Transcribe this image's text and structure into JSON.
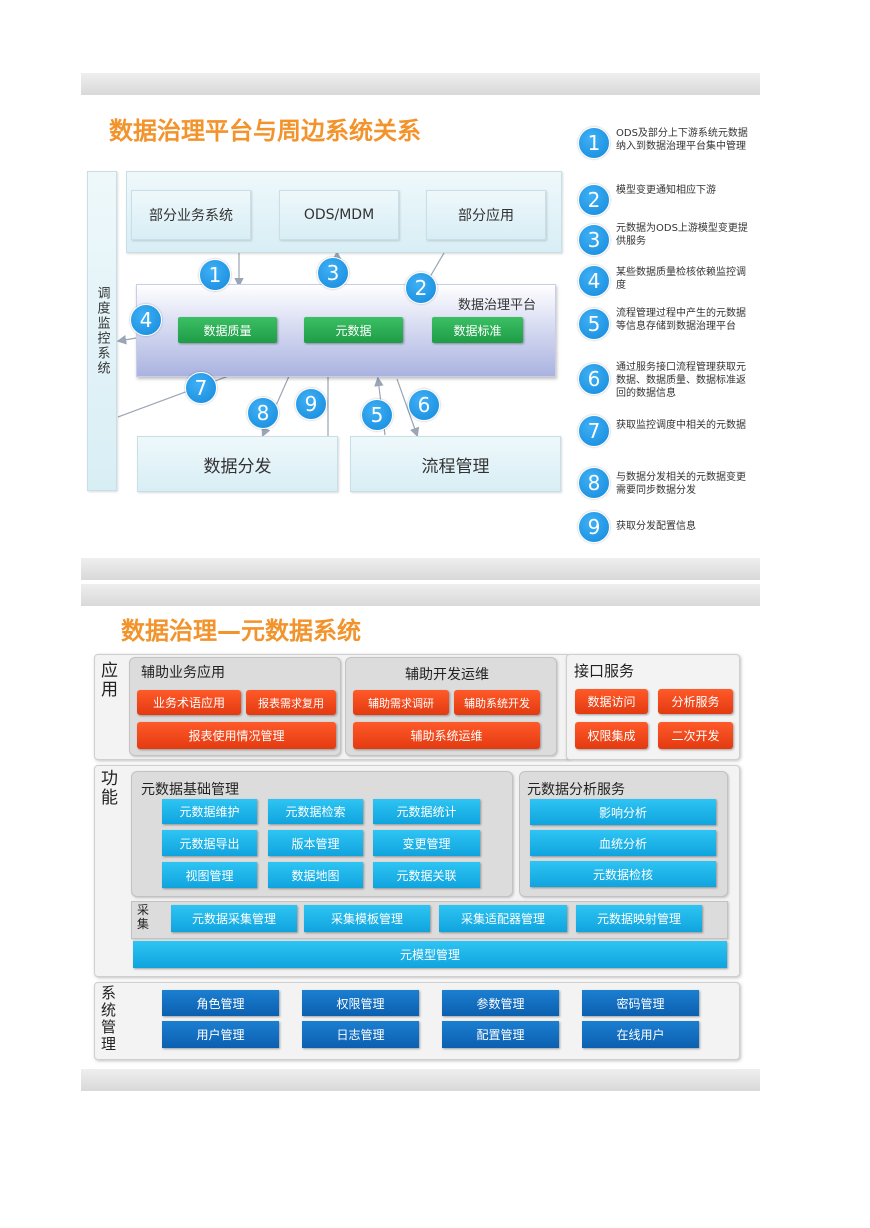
{
  "slide1": {
    "title": "数据治理平台与周边系统关系",
    "top_boxes": [
      "部分业务系统",
      "ODS/MDM",
      "部分应用"
    ],
    "monitor_label": "调度监控系统",
    "platform_label": "数据治理平台",
    "green_boxes": [
      "数据质量",
      "元数据",
      "数据标准"
    ],
    "bottom_boxes": [
      "数据分发",
      "流程管理"
    ],
    "diagram_numbers": [
      "1",
      "2",
      "3",
      "4",
      "5",
      "6",
      "7",
      "8",
      "9"
    ],
    "notes": [
      {
        "num": "1",
        "text": "ODS及部分上下游系统元数据纳入到数据治理平台集中管理"
      },
      {
        "num": "2",
        "text": "模型变更通知相应下游"
      },
      {
        "num": "3",
        "text": "元数据为ODS上游模型变更提供服务"
      },
      {
        "num": "4",
        "text": "某些数据质量检核依赖监控调度"
      },
      {
        "num": "5",
        "text": "流程管理过程中产生的元数据等信息存储到数据治理平台"
      },
      {
        "num": "6",
        "text": "通过服务接口流程管理获取元数据、数据质量、数据标准返回的数据信息"
      },
      {
        "num": "7",
        "text": "获取监控调度中相关的元数据"
      },
      {
        "num": "8",
        "text": "与数据分发相关的元数据变更需要同步数据分发"
      },
      {
        "num": "9",
        "text": "获取分发配置信息"
      }
    ]
  },
  "slide2": {
    "title": "数据治理—元数据系统",
    "app_label": "应用",
    "aux_business": {
      "title": "辅助业务应用",
      "items": [
        "业务术语应用",
        "报表需求复用",
        "报表使用情况管理"
      ]
    },
    "aux_devops": {
      "title": "辅助开发运维",
      "items": [
        "辅助需求调研",
        "辅助系统开发",
        "辅助系统运维"
      ]
    },
    "interface": {
      "title": "接口服务",
      "items": [
        "数据访问",
        "分析服务",
        "权限集成",
        "二次开发"
      ]
    },
    "func_label": "功能",
    "base_mgmt": {
      "title": "元数据基础管理",
      "items": [
        "元数据维护",
        "元数据检索",
        "元数据统计",
        "元数据导出",
        "版本管理",
        "变更管理",
        "视图管理",
        "数据地图",
        "元数据关联"
      ]
    },
    "analysis": {
      "title": "元数据分析服务",
      "items": [
        "影响分析",
        "血统分析",
        "元数据检核"
      ]
    },
    "collect": {
      "label": "采集",
      "items": [
        "元数据采集管理",
        "采集模板管理",
        "采集适配器管理",
        "元数据映射管理"
      ]
    },
    "meta_model": "元模型管理",
    "sys_label": "系统管理",
    "sys_items": [
      "角色管理",
      "权限管理",
      "参数管理",
      "密码管理",
      "用户管理",
      "日志管理",
      "配置管理",
      "在线用户"
    ]
  }
}
